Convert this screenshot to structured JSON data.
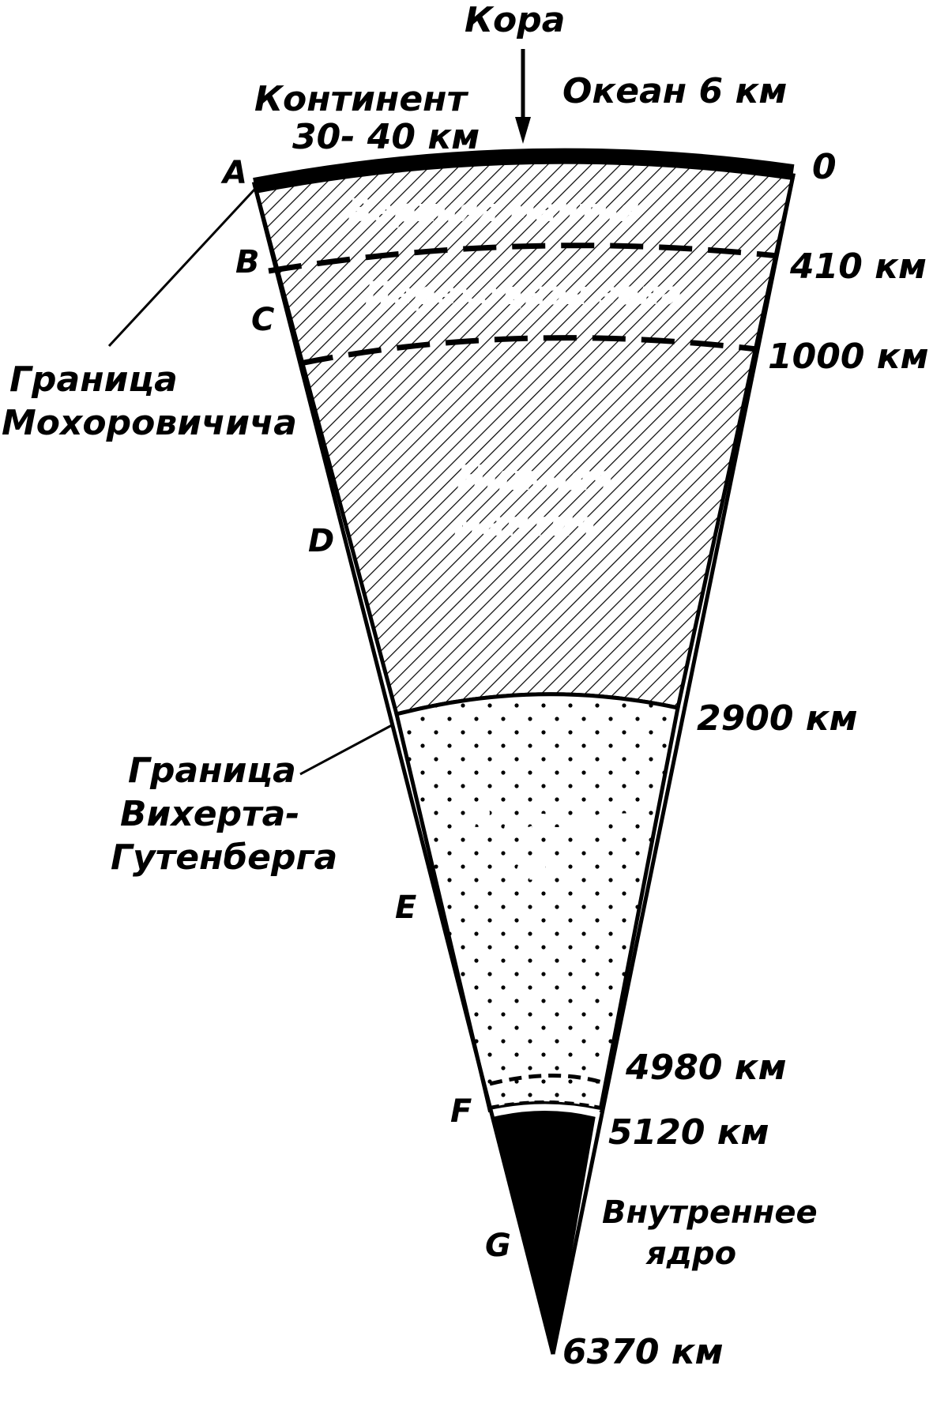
{
  "colors": {
    "ink": "#000000",
    "paper": "#ffffff"
  },
  "crust": {
    "title": "Кора",
    "continent": "Континент",
    "continent_depth": "30- 40 км",
    "ocean": "Океан 6 км"
  },
  "layers": {
    "upper_mantle": "Верхняя мантия",
    "transition_zone": "Переходная зона",
    "lower_mantle_line1": "Нижняя",
    "lower_mantle_line2": "мантия",
    "outer_core_line1": "Внешнее",
    "outer_core_line2": "ядро",
    "inner_core_line1": "Внутреннее",
    "inner_core_line2": "ядро"
  },
  "boundaries": {
    "moho_line1": "Граница",
    "moho_line2": "Мохоровичича",
    "wiechert_line1": "Граница",
    "wiechert_line2": "Вихерта-",
    "wiechert_line3": "Гутенберга"
  },
  "depths": {
    "top": "0",
    "d410": "410 км",
    "d1000": "1000 км",
    "d2900": "2900 км",
    "d4980": "4980 км",
    "d5120": "5120 км",
    "d6370": "6370 км"
  },
  "zone_letters": {
    "a": "A",
    "b": "B",
    "c": "C",
    "d": "D",
    "e": "E",
    "f": "F",
    "g": "G"
  }
}
